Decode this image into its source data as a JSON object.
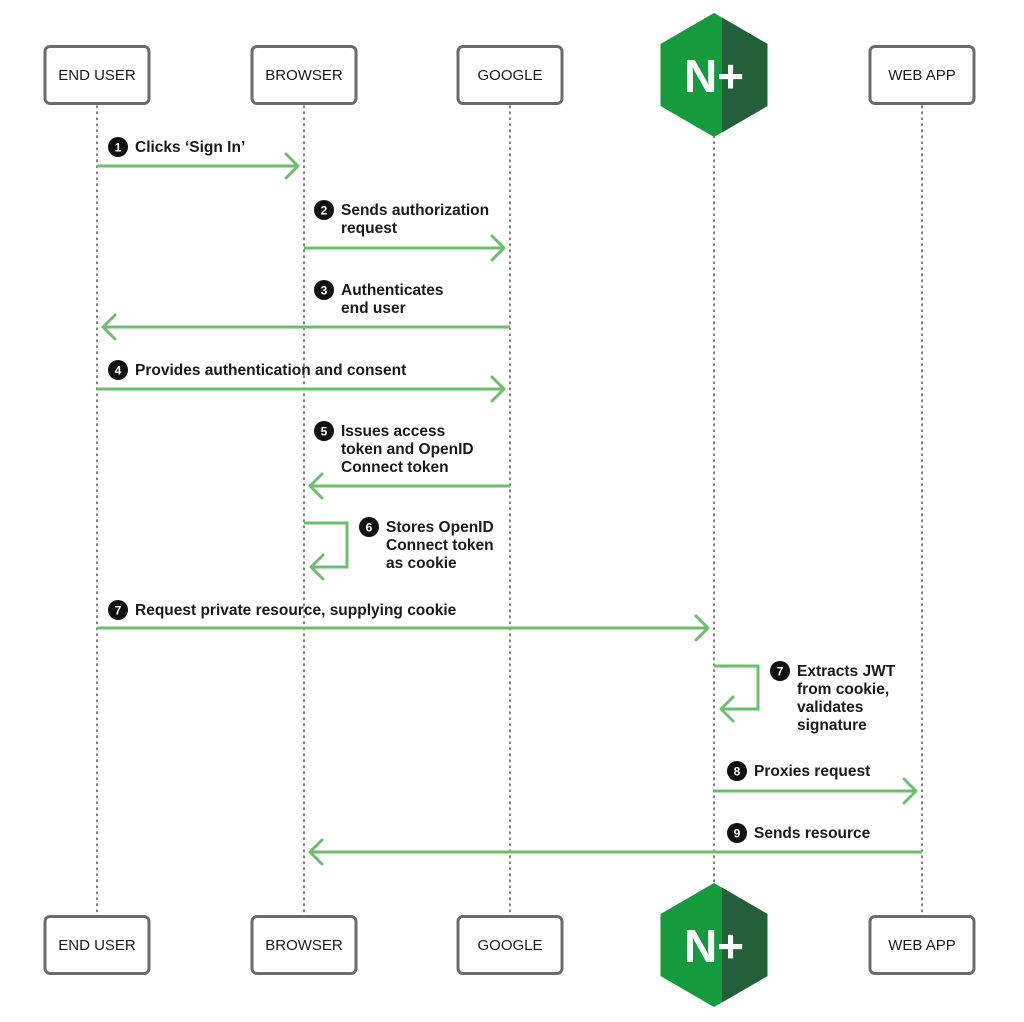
{
  "colors": {
    "arrow": "#6cbf6c",
    "logo_light": "#159a3d",
    "logo_dark": "#23603a",
    "badge": "#111111",
    "box_border": "#6b6b6b"
  },
  "actors": [
    {
      "id": "end_user",
      "label": "END USER"
    },
    {
      "id": "browser",
      "label": "BROWSER"
    },
    {
      "id": "google",
      "label": "GOOGLE"
    },
    {
      "id": "nginx",
      "label": "N+",
      "logo": "nginx-plus-hexagon-logo"
    },
    {
      "id": "web_app",
      "label": "WEB APP"
    }
  ],
  "messages": [
    {
      "num": "1",
      "from": "end_user",
      "to": "browser",
      "lines": [
        "Clicks ‘Sign In’"
      ]
    },
    {
      "num": "2",
      "from": "browser",
      "to": "google",
      "lines": [
        "Sends authorization",
        "request"
      ]
    },
    {
      "num": "3",
      "from": "google",
      "to": "end_user",
      "lines": [
        "Authenticates",
        "end user"
      ]
    },
    {
      "num": "4",
      "from": "end_user",
      "to": "google",
      "lines": [
        "Provides authentication and consent"
      ]
    },
    {
      "num": "5",
      "from": "google",
      "to": "browser",
      "lines": [
        "Issues access",
        "token and OpenID",
        "Connect token"
      ]
    },
    {
      "num": "6",
      "from": "browser",
      "to": "browser",
      "lines": [
        "Stores OpenID",
        "Connect token",
        "as cookie"
      ]
    },
    {
      "num": "7",
      "from": "end_user",
      "to": "nginx",
      "lines": [
        "Request private resource, supplying cookie"
      ]
    },
    {
      "num": "7",
      "from": "nginx",
      "to": "nginx",
      "lines": [
        "Extracts JWT",
        "from cookie,",
        "validates",
        "signature"
      ]
    },
    {
      "num": "8",
      "from": "nginx",
      "to": "web_app",
      "lines": [
        "Proxies request"
      ]
    },
    {
      "num": "9",
      "from": "web_app",
      "to": "browser",
      "lines": [
        "Sends resource"
      ]
    }
  ]
}
